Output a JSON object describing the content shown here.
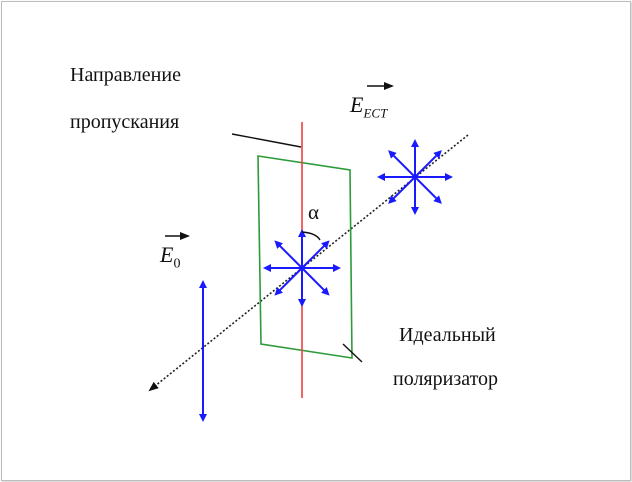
{
  "labels": {
    "transmission_line1": "Направление",
    "transmission_line2": "пропускания",
    "polarizer_line1": "Идеальный",
    "polarizer_line2": "поляризатор",
    "e0_symbol": "E",
    "e0_sub": "0",
    "eest_symbol": "E",
    "eest_sub": "ЕСТ",
    "angle": "α"
  },
  "colors": {
    "vectors": "#1a1aff",
    "transmission_axis": "#f04040",
    "polarizer": "#2e9a3a",
    "beam": "#222222"
  }
}
